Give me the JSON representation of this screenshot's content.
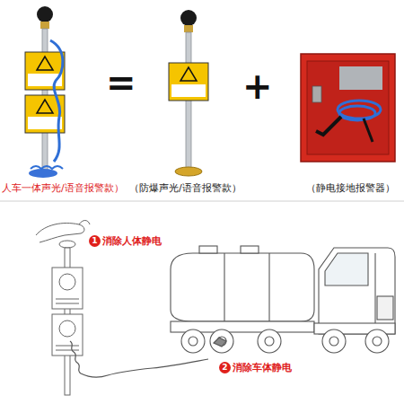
{
  "diagram": {
    "nodes": [
      {
        "text": [
          "1"
        ]
      },
      {
        "text": [
          "2"
        ]
      }
    ],
    "labels": [
      "人车一体声光/语音报警款）",
      "=",
      "（防爆声光/语音报警款）",
      "+",
      "（静电接地报警器）",
      "消除人体静电",
      "消除车体静电"
    ]
  }
}
